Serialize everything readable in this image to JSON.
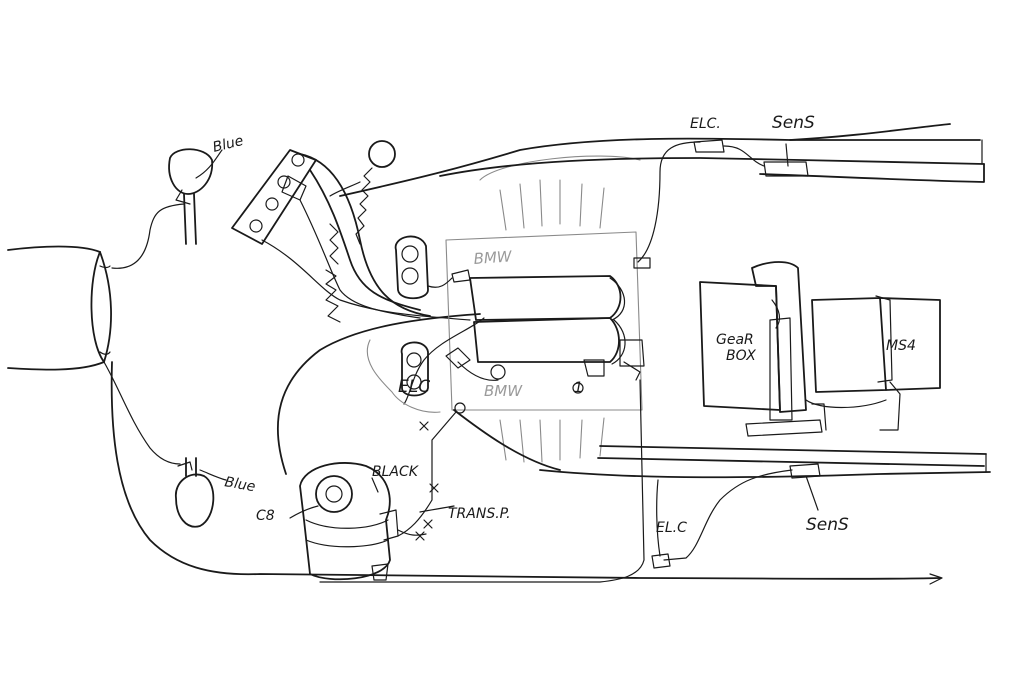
{
  "labels": {
    "blue_top": "Blue",
    "blue_bottom": "Blue",
    "bmw_top": "BMW",
    "bmw_bottom": "BMW",
    "elc_center": "ELC",
    "elc_top": "ELC.",
    "elc_bottom": "EL.C",
    "sens_top": "SenS",
    "sens_bottom": "SenS",
    "gear": "GeaR",
    "box": "BOX",
    "ms4": "MS4",
    "black": "BLACK",
    "transp": "TRANS.P.",
    "c8": "C8",
    "one": "1"
  }
}
